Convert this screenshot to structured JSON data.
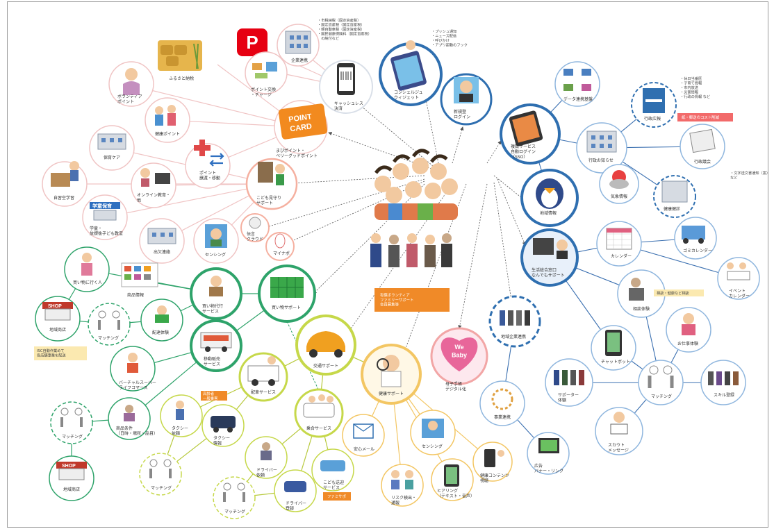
{
  "colors": {
    "blue": "#2f6fb0",
    "light_blue": "#8fb6de",
    "pink": "#f2a6a6",
    "green": "#2ea36a",
    "yellow_green": "#c6d84a",
    "orange": "#f0a848",
    "banner_orange": "#f08a28",
    "pinkbaby": "#e8669a"
  },
  "center": {
    "icon": "crowd-of-people-icon",
    "staff_icon": "support-staff-icon",
    "note": "有償ボランティア\nファミリーサポート\n会員募集等"
  },
  "cashless": {
    "hub": "キャッシュレス\n決済",
    "paypay": "paypay-logo-icon",
    "office": "企業連携",
    "furusato": "ふるさと納税",
    "exchange": "ポイント交換\n・チャージ",
    "notes": "・市税納税（固定資産税）\n・固定資産税（固定資産税）\n・軽自動車税（固定資産税）\n・国民健康保険料（固定資産税）\n　の納付など"
  },
  "point": {
    "hub": "まびポイント・\nベリーグッドポイント",
    "card_text": "POINT\nCARD",
    "volunteer": "ボランティア\nポイント",
    "health": "健康ポイント",
    "move": "ポイント\n譲渡・移動"
  },
  "kodomo": {
    "hub": "こども見守り\nサポート",
    "hoiku": "保育ケア",
    "jikka": "自習空学習",
    "online": "オンライン教育・\n他",
    "gakudo_banner": "学童保育",
    "gakudo": "学童・\n放課後子ども教室",
    "tsuuchi": "出欠連絡",
    "sensing": "センシング"
  },
  "mini": {
    "kotoba": "伝言\nクラウド",
    "maipo": "マイナポ"
  },
  "app": {
    "concierge": "コンシェルジュ\nウィジェット",
    "concierge_notes": "・プッシュ通知\n・ニュース配信\n・呼びかけ\n・アプリ起動のフック",
    "shinsei": "新規登\nログイン",
    "sso": "複数サービス\n自動ログイン\n（SSO）",
    "renkei": "データ連携基盤",
    "chiiki": "地域情報"
  },
  "info": {
    "shimin": "行政お知らせ",
    "koho": "行政広報",
    "koho_notes": "・休日当番医\n・子育て情報\n・市内放送\n・災害情報\n・行政の情報 など",
    "shikai": "行政議会",
    "shikai_notes": "・文字送文書通知（案）\nなど",
    "cost_banner": "紙・郵送のコスト削減",
    "kiken": "気象情報",
    "kenko": "健康健診",
    "calendar": "カレンダー",
    "gomi": "ゴミカレンダー",
    "event": "イベント\nカレンダー"
  },
  "life": {
    "hub": "生活総合窓口\nなんでもサポート",
    "soudan": "相談体験",
    "soudan_tag": "相談・健康など相談",
    "chat": "チャットボット",
    "oshigoto": "お仕事体験",
    "supporter": "サポーター\n体験",
    "matching": "マッチング",
    "skill": "スキル登録",
    "scout": "スカウト\nメッセージ"
  },
  "kigyo": {
    "hub": "地域企業連携",
    "jigyou": "事業連携",
    "banner": "広告\nバナー・リンク"
  },
  "baby": {
    "hub": "母子手帳\nデジタル化",
    "logo": "We\nBaby"
  },
  "health_support": {
    "hub": "健康サポート",
    "anshin": "安心メール",
    "sensing": "センシング",
    "risk": "リスク検出・\n通報",
    "hearing": "ヒアリング\n（テキスト・音声）",
    "contents": "健康コンテンツ\n視聴"
  },
  "koutsu": {
    "hub": "交通サポート",
    "haisha": "配車サービス",
    "banner": "高齢者\n一般乗客",
    "taxi_req": "タクシー\n依頼",
    "taxi_info": "タクシー\n情報",
    "matching": "マッチング",
    "matching2": "マッチング",
    "share": "乗合サービス",
    "driver_req": "ドライバー\n依頼",
    "driver_reg": "ドライバー\n登録",
    "kodomo": "こども送迎\nサービス",
    "fami_tag": "ファミサポ"
  },
  "kaimono": {
    "hub": "買い物サポート",
    "daikou": "買い物代行\nサービス",
    "idou": "移動販売\nサービス",
    "go": "買い物に行く人",
    "goods": "商品情報",
    "haitatsu": "配達体験",
    "shop1": "地域商店",
    "shop_banner": "SHOP",
    "matching1": "マッチング",
    "box_note": "ISC自動作業めて\n各店舗事業を配送",
    "virtual": "バーチャルスーパー\nライフコマース",
    "hanbai": "商品条件\n（日時・場所・品目）",
    "matching2": "マッチング",
    "shop2": "地域商店"
  }
}
